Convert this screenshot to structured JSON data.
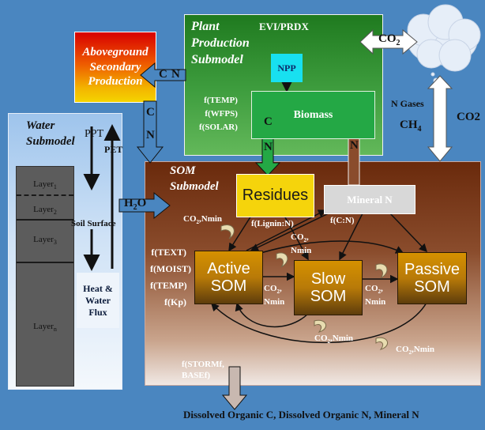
{
  "plant": {
    "title_line1": "Plant",
    "title_line2": "Production",
    "title_line3": "Submodel",
    "evi": "EVI/PRDX",
    "npp": "NPP",
    "biomass": "Biomass",
    "f_temp": "f(TEMP)",
    "f_wfps": "f(WFPS)",
    "f_solar": "f(SOLAR)"
  },
  "asp": {
    "line1": "Aboveground",
    "line2": "Secondary",
    "line3": "Production"
  },
  "atmos": {
    "co2_top": "CO",
    "sub2": "2",
    "n_gases": "N Gases",
    "ch4": "CH",
    "sub4": "4",
    "co2_right": "CO2"
  },
  "flows": {
    "cn_h_c": "C",
    "cn_h_n": "N",
    "cn_v_c": "C",
    "cn_v_n": "N",
    "res_c": "C",
    "res_n": "N",
    "minN_n": "N",
    "h2o": "H",
    "h2o_2": "2",
    "h2o_o": "O"
  },
  "water": {
    "title_line1": "Water",
    "title_line2": "Submodel",
    "ppt": "PPT",
    "pet": "PET",
    "soil_surface": "Soil Surface",
    "layer1": "Layer",
    "layer1_sub": "1",
    "layer2": "Layer",
    "layer2_sub": "2",
    "layer3": "Layer",
    "layer3_sub": "3",
    "layern": "Layer",
    "layern_sub": "n",
    "heat_line1": "Heat &",
    "heat_line2": "Water",
    "heat_line3": "Flux"
  },
  "som": {
    "title_line1": "SOM",
    "title_line2": "Submodel",
    "residues": "Residues",
    "mineral_n": "Mineral N",
    "f_lignin": "f(Lignin:N)",
    "f_cn": "f(C:N)",
    "co2": "CO",
    "co2_sub": "2",
    "nmin_tail": ",Nmin",
    "nmin": "Nmin",
    "f_text": "f(TEXT)",
    "f_moist": "f(MOIST)",
    "f_temp": "f(TEMP)",
    "f_kp": "f(Kp)",
    "active_1": "Active",
    "active_2": "SOM",
    "slow_1": "Slow",
    "slow_2": "SOM",
    "passive_1": "Passive",
    "passive_2": "SOM",
    "f_storm_1": "f(STORMf,",
    "f_storm_2": "BASEf)"
  },
  "footer": "Dissolved Organic C, Dissolved Organic N, Mineral N",
  "colors": {
    "background": "#4a86c0",
    "npp": "#18e0f0",
    "residues": "#f5d40c",
    "biomass": "#24a845"
  }
}
